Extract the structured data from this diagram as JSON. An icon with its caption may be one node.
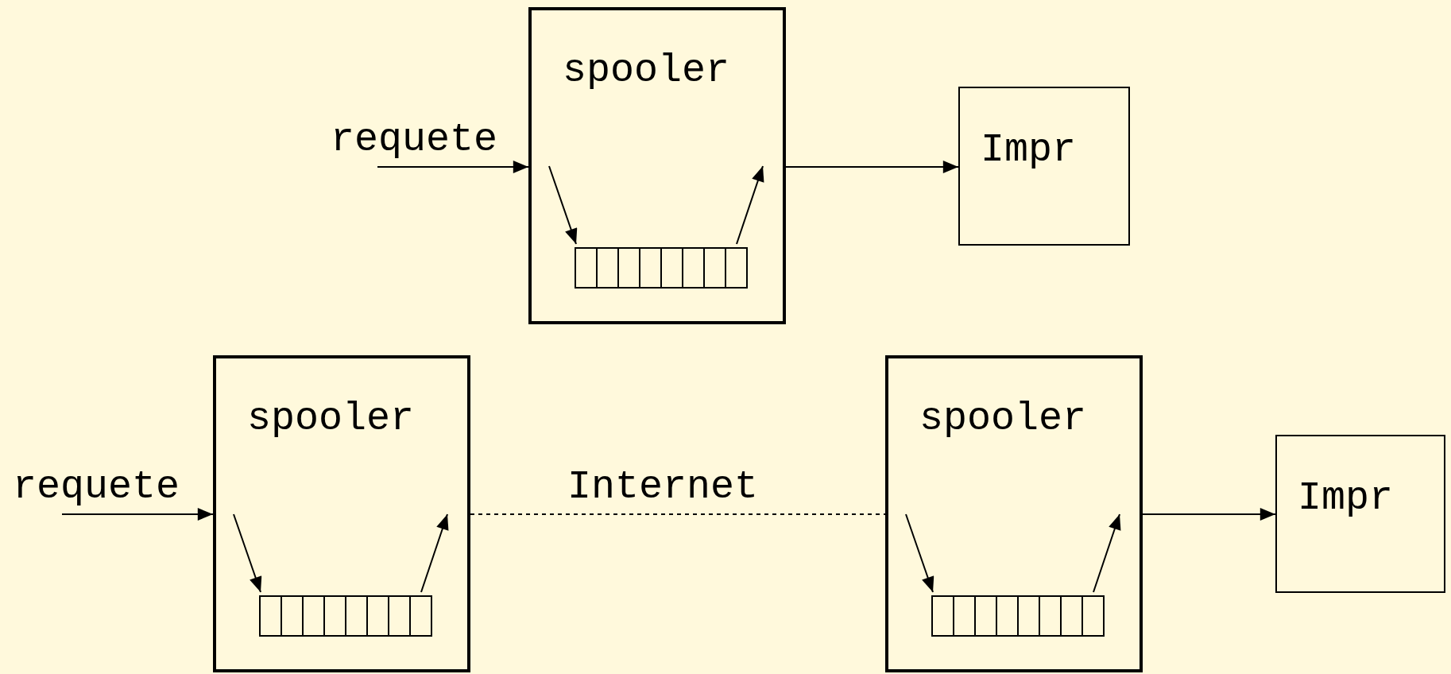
{
  "diagram": {
    "nodes": [
      {
        "text": [
          "spooler"
        ]
      },
      {
        "text": [],
        "shape": "bar",
        "in": 0
      },
      {
        "text": [
          "Impr"
        ]
      },
      {
        "text": [
          "spooler"
        ]
      },
      {
        "text": [],
        "shape": "bar",
        "in": 3
      },
      {
        "text": [
          "spooler"
        ]
      },
      {
        "text": [],
        "shape": "bar",
        "in": 5
      },
      {
        "text": [
          "Impr"
        ]
      }
    ],
    "edges": [
      {
        "from": null,
        "to": 0,
        "arrow": "to",
        "label": "requete"
      },
      {
        "from": null,
        "to": 1,
        "arrow": "to"
      },
      {
        "from": 1,
        "to": null,
        "arrow": "to"
      },
      {
        "from": 0,
        "to": 2,
        "arrow": "to"
      },
      {
        "from": null,
        "to": 3,
        "arrow": "to",
        "label": "requete"
      },
      {
        "from": null,
        "to": 4,
        "arrow": "to"
      },
      {
        "from": 4,
        "to": null,
        "arrow": "to"
      },
      {
        "from": 3,
        "to": 5,
        "arrow": "none",
        "label": "Internet",
        "style": "dashed"
      },
      {
        "from": null,
        "to": 6,
        "arrow": "to"
      },
      {
        "from": 6,
        "to": null,
        "arrow": "to"
      },
      {
        "from": 5,
        "to": 7,
        "arrow": "to"
      }
    ]
  }
}
